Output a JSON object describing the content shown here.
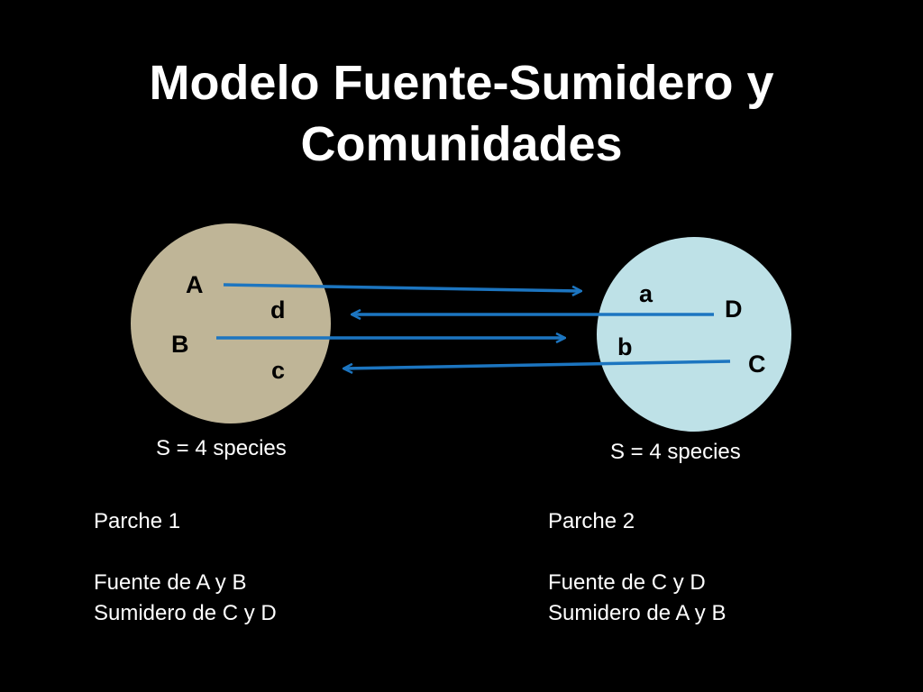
{
  "title": {
    "line1": "Modelo Fuente-Sumidero y",
    "line2": "Comunidades"
  },
  "colors": {
    "background": "#000000",
    "patch1_fill": "#bfb597",
    "patch2_fill": "#bee1e7",
    "arrow": "#1c75c0",
    "text": "#ffffff",
    "node_text": "#000000"
  },
  "patch1": {
    "labels": [
      "A",
      "d",
      "B",
      "c"
    ],
    "species_count": "S = 4 species",
    "name": "Parche 1",
    "source_text": "Fuente de A y B",
    "sink_text": "Sumidero de C y D"
  },
  "patch2": {
    "labels": [
      "a",
      "D",
      "b",
      "C"
    ],
    "species_count": "S = 4 species",
    "name": "Parche 2",
    "source_text": "Fuente de C y D",
    "sink_text": "Sumidero de A y B"
  }
}
